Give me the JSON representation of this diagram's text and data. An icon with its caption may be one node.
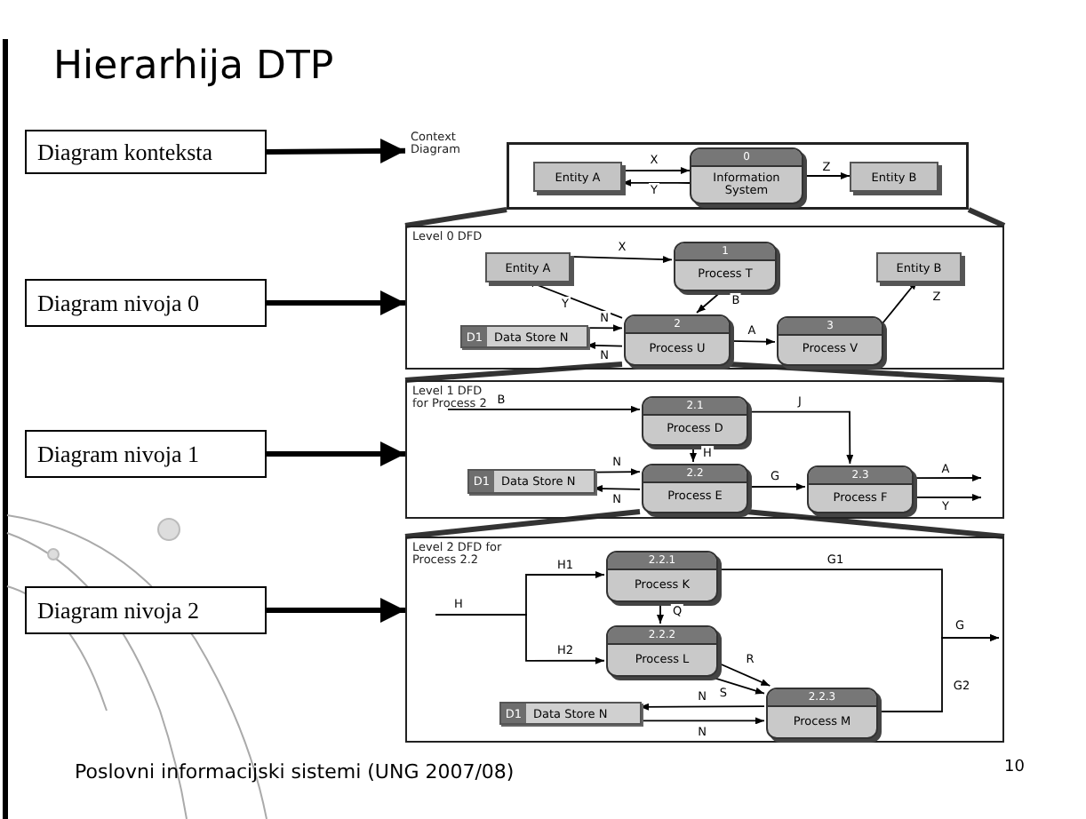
{
  "diagram": {
    "title": "Hierarhija DTP",
    "nodes": [
      {
        "text": [
          "Diagram konteksta"
        ]
      },
      {
        "text": [
          "Diagram nivoja 0"
        ]
      },
      {
        "text": [
          "Diagram nivoja 1"
        ]
      },
      {
        "text": [
          "Diagram nivoja 2"
        ]
      },
      {
        "text": [
          "Context Diagram"
        ]
      },
      {
        "text": [
          "Entity A"
        ],
        "in": 4
      },
      {
        "text": [
          "0",
          "Information System"
        ],
        "in": 4
      },
      {
        "text": [
          "Entity B"
        ],
        "in": 4
      },
      {
        "text": [
          "Level 0 DFD"
        ]
      },
      {
        "text": [
          "Entity A"
        ],
        "in": 8
      },
      {
        "text": [
          "1",
          "Process T"
        ],
        "in": 8
      },
      {
        "text": [
          "Entity B"
        ],
        "in": 8
      },
      {
        "text": [
          "D1",
          "Data Store N"
        ],
        "in": 8
      },
      {
        "text": [
          "2",
          "Process U"
        ],
        "in": 8
      },
      {
        "text": [
          "3",
          "Process V"
        ],
        "in": 8
      },
      {
        "text": [
          "Level 1 DFD for Process 2"
        ]
      },
      {
        "text": [
          "2.1",
          "Process D"
        ],
        "in": 15
      },
      {
        "text": [
          "D1",
          "Data Store N"
        ],
        "in": 15
      },
      {
        "text": [
          "2.2",
          "Process E"
        ],
        "in": 15
      },
      {
        "text": [
          "2.3",
          "Process F"
        ],
        "in": 15
      },
      {
        "text": [
          "Level 2 DFD for Process 2.2"
        ]
      },
      {
        "text": [
          "2.2.1",
          "Process K"
        ],
        "in": 20
      },
      {
        "text": [
          "2.2.2",
          "Process L"
        ],
        "in": 20
      },
      {
        "text": [
          "D1",
          "Data Store N"
        ],
        "in": 20
      },
      {
        "text": [
          "2.2.3",
          "Process M"
        ],
        "in": 20
      }
    ],
    "edges": [
      {
        "from": 0,
        "to": 4,
        "arrow": "to",
        "style": "thick"
      },
      {
        "from": 1,
        "to": 8,
        "arrow": "to",
        "style": "thick"
      },
      {
        "from": 2,
        "to": 15,
        "arrow": "to",
        "style": "thick"
      },
      {
        "from": 3,
        "to": 20,
        "arrow": "to",
        "style": "thick"
      },
      {
        "from": 5,
        "to": 6,
        "arrow": "to",
        "label": "X"
      },
      {
        "from": 6,
        "to": 5,
        "arrow": "to",
        "label": "Y"
      },
      {
        "from": 6,
        "to": 7,
        "arrow": "to",
        "label": "Z"
      },
      {
        "from": 9,
        "to": 10,
        "arrow": "to",
        "label": "X"
      },
      {
        "from": 10,
        "to": 13,
        "arrow": "to",
        "label": "B"
      },
      {
        "from": 13,
        "to": 9,
        "arrow": "to",
        "label": "Y"
      },
      {
        "from": 12,
        "to": 13,
        "arrow": "to",
        "label": "N"
      },
      {
        "from": 13,
        "to": 12,
        "arrow": "to",
        "label": "N"
      },
      {
        "from": 13,
        "to": 14,
        "arrow": "to",
        "label": "A"
      },
      {
        "from": 14,
        "to": 11,
        "arrow": "to",
        "label": "Z"
      },
      {
        "from": null,
        "to": 16,
        "arrow": "to",
        "label": "B"
      },
      {
        "from": 16,
        "to": 19,
        "arrow": "to",
        "label": "J"
      },
      {
        "from": 16,
        "to": 18,
        "arrow": "to",
        "label": "H"
      },
      {
        "from": 17,
        "to": 18,
        "arrow": "to",
        "label": "N"
      },
      {
        "from": 18,
        "to": 17,
        "arrow": "to",
        "label": "N"
      },
      {
        "from": 18,
        "to": 19,
        "arrow": "to",
        "label": "G"
      },
      {
        "from": 19,
        "to": null,
        "arrow": "to",
        "label": "A"
      },
      {
        "from": 19,
        "to": null,
        "arrow": "to",
        "label": "Y"
      },
      {
        "from": null,
        "to": 21,
        "arrow": "to",
        "label": "H1"
      },
      {
        "from": null,
        "to": 22,
        "arrow": "to",
        "label": "H2"
      },
      {
        "from": 21,
        "to": 22,
        "arrow": "to",
        "label": "Q"
      },
      {
        "from": 22,
        "to": 24,
        "arrow": "to",
        "label": "R"
      },
      {
        "from": 22,
        "to": 24,
        "arrow": "to",
        "label": "S"
      },
      {
        "from": 21,
        "to": null,
        "arrow": "to",
        "label": "G1"
      },
      {
        "from": 24,
        "to": null,
        "arrow": "to",
        "label": "G2"
      },
      {
        "from": 24,
        "to": 23,
        "arrow": "to",
        "label": "N"
      },
      {
        "from": 23,
        "to": 24,
        "arrow": "to",
        "label": "N"
      },
      {
        "from": 4,
        "to": 8,
        "arrow": "none",
        "style": "thick",
        "color": "#333333"
      },
      {
        "from": 4,
        "to": 8,
        "arrow": "none",
        "style": "thick",
        "color": "#333333"
      },
      {
        "from": 13,
        "to": 15,
        "arrow": "none",
        "style": "thick",
        "color": "#333333"
      },
      {
        "from": 13,
        "to": 15,
        "arrow": "none",
        "style": "thick",
        "color": "#333333"
      },
      {
        "from": 18,
        "to": 20,
        "arrow": "none",
        "style": "thick",
        "color": "#333333"
      },
      {
        "from": 18,
        "to": 20,
        "arrow": "none",
        "style": "thick",
        "color": "#333333"
      }
    ],
    "labels": [
      "H",
      "G",
      "Poslovni informacijski sistemi (UNG 2007/08)",
      "10"
    ]
  }
}
